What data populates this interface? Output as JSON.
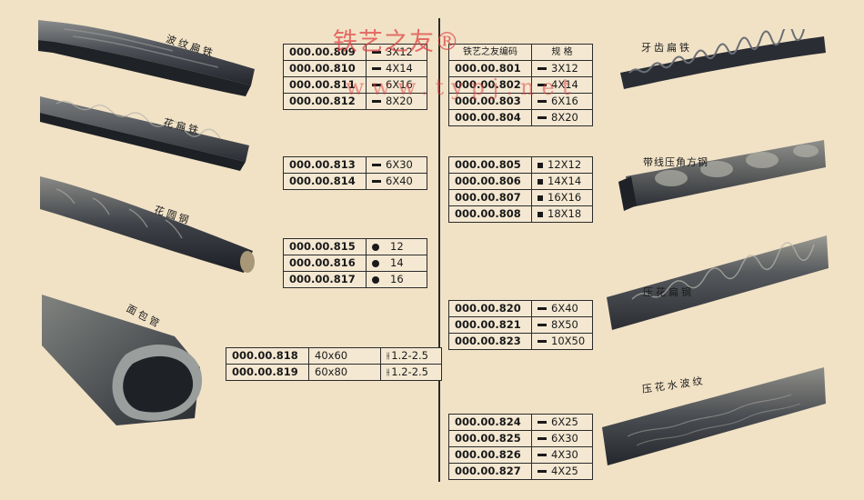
{
  "watermark": {
    "brand": "铁艺之友®",
    "url": "www.typj.net"
  },
  "products": {
    "wave_flat": "波纹扁铁",
    "pattern_flat": "花扁铁",
    "pattern_round": "花圆钢",
    "bread_tube": "面包管",
    "tooth_flat": "牙齿扁铁",
    "lined_square": "带线压角方钢",
    "embossed_flat": "压花扁钢",
    "water_ripple": "压花水波纹"
  },
  "headers": {
    "code": "铁艺之友编码",
    "spec": "规 格"
  },
  "tables": {
    "t809": [
      {
        "code": "000.00.809",
        "size": "3X12",
        "marker": "flat"
      },
      {
        "code": "000.00.810",
        "size": "4X14",
        "marker": "flat"
      },
      {
        "code": "000.00.811",
        "size": "6X16",
        "marker": "flat"
      },
      {
        "code": "000.00.812",
        "size": "8X20",
        "marker": "flat"
      }
    ],
    "t813": [
      {
        "code": "000.00.813",
        "size": "6X30",
        "marker": "flat"
      },
      {
        "code": "000.00.814",
        "size": "6X40",
        "marker": "flat"
      }
    ],
    "t815": [
      {
        "code": "000.00.815",
        "size": "12",
        "marker": "circle"
      },
      {
        "code": "000.00.816",
        "size": "14",
        "marker": "circle"
      },
      {
        "code": "000.00.817",
        "size": "16",
        "marker": "circle"
      }
    ],
    "t818": [
      {
        "code": "000.00.818",
        "dim": "40x60",
        "size": "1.2-2.5",
        "marker": "tube"
      },
      {
        "code": "000.00.819",
        "dim": "60x80",
        "size": "1.2-2.5",
        "marker": "tube"
      }
    ],
    "t801": [
      {
        "code": "000.00.801",
        "size": "3X12",
        "marker": "flat"
      },
      {
        "code": "000.00.802",
        "size": "4X14",
        "marker": "flat"
      },
      {
        "code": "000.00.803",
        "size": "6X16",
        "marker": "flat"
      },
      {
        "code": "000.00.804",
        "size": "8X20",
        "marker": "flat"
      }
    ],
    "t805": [
      {
        "code": "000.00.805",
        "size": "12X12",
        "marker": "square"
      },
      {
        "code": "000.00.806",
        "size": "14X14",
        "marker": "square"
      },
      {
        "code": "000.00.807",
        "size": "16X16",
        "marker": "square"
      },
      {
        "code": "000.00.808",
        "size": "18X18",
        "marker": "square"
      }
    ],
    "t820": [
      {
        "code": "000.00.820",
        "size": "6X40",
        "marker": "flat"
      },
      {
        "code": "000.00.821",
        "size": "8X50",
        "marker": "flat"
      },
      {
        "code": "000.00.823",
        "size": "10X50",
        "marker": "flat"
      }
    ],
    "t824": [
      {
        "code": "000.00.824",
        "size": "6X25",
        "marker": "flat"
      },
      {
        "code": "000.00.825",
        "size": "6X30",
        "marker": "flat"
      },
      {
        "code": "000.00.826",
        "size": "4X30",
        "marker": "flat"
      },
      {
        "code": "000.00.827",
        "size": "4X25",
        "marker": "flat"
      }
    ]
  },
  "colors": {
    "background": "#f1e2c6",
    "metal_dark": "#2c3038",
    "metal_mid": "#6a6e72",
    "watermark": "#dc4646"
  }
}
